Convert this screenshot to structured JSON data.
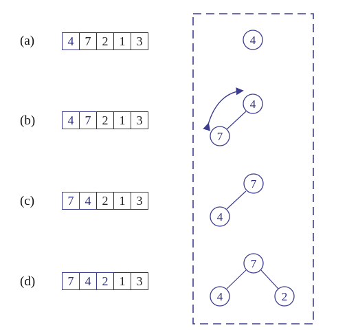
{
  "steps": [
    {
      "label": "(a)",
      "array": [
        "4",
        "7",
        "2",
        "1",
        "3"
      ],
      "heap_cells": 1
    },
    {
      "label": "(b)",
      "array": [
        "4",
        "7",
        "2",
        "1",
        "3"
      ],
      "heap_cells": 2
    },
    {
      "label": "(c)",
      "array": [
        "7",
        "4",
        "2",
        "1",
        "3"
      ],
      "heap_cells": 2
    },
    {
      "label": "(d)",
      "array": [
        "7",
        "4",
        "2",
        "1",
        "3"
      ],
      "heap_cells": 3
    }
  ],
  "trees": [
    {
      "nodes": [
        "4"
      ]
    },
    {
      "nodes": [
        "4",
        "7"
      ]
    },
    {
      "nodes": [
        "7",
        "4"
      ]
    },
    {
      "nodes": [
        "7",
        "4",
        "2"
      ]
    }
  ],
  "colors": {
    "heap": "#3d3d8f",
    "plain": "#333333",
    "text": "#222222"
  }
}
